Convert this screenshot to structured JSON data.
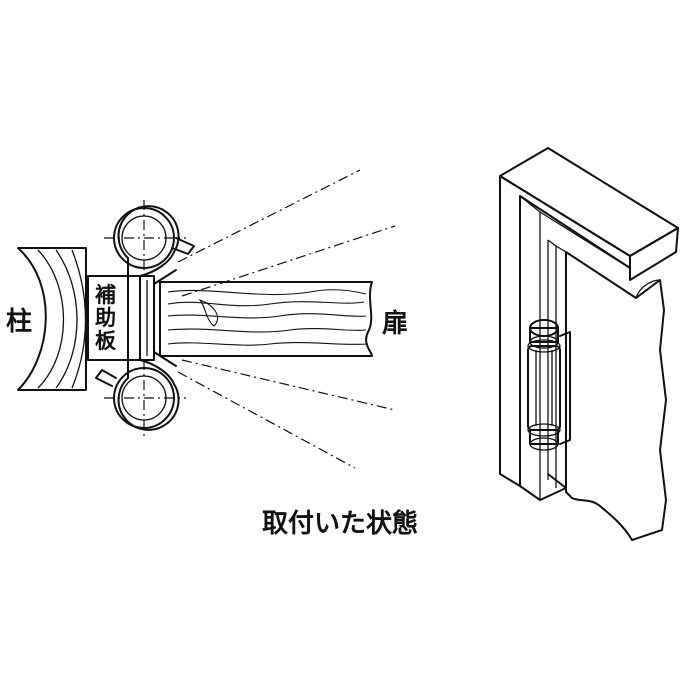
{
  "labels": {
    "pillar": "柱",
    "reinforcement_plate": "補助板",
    "door": "扉",
    "caption": "取付いた状態"
  }
}
